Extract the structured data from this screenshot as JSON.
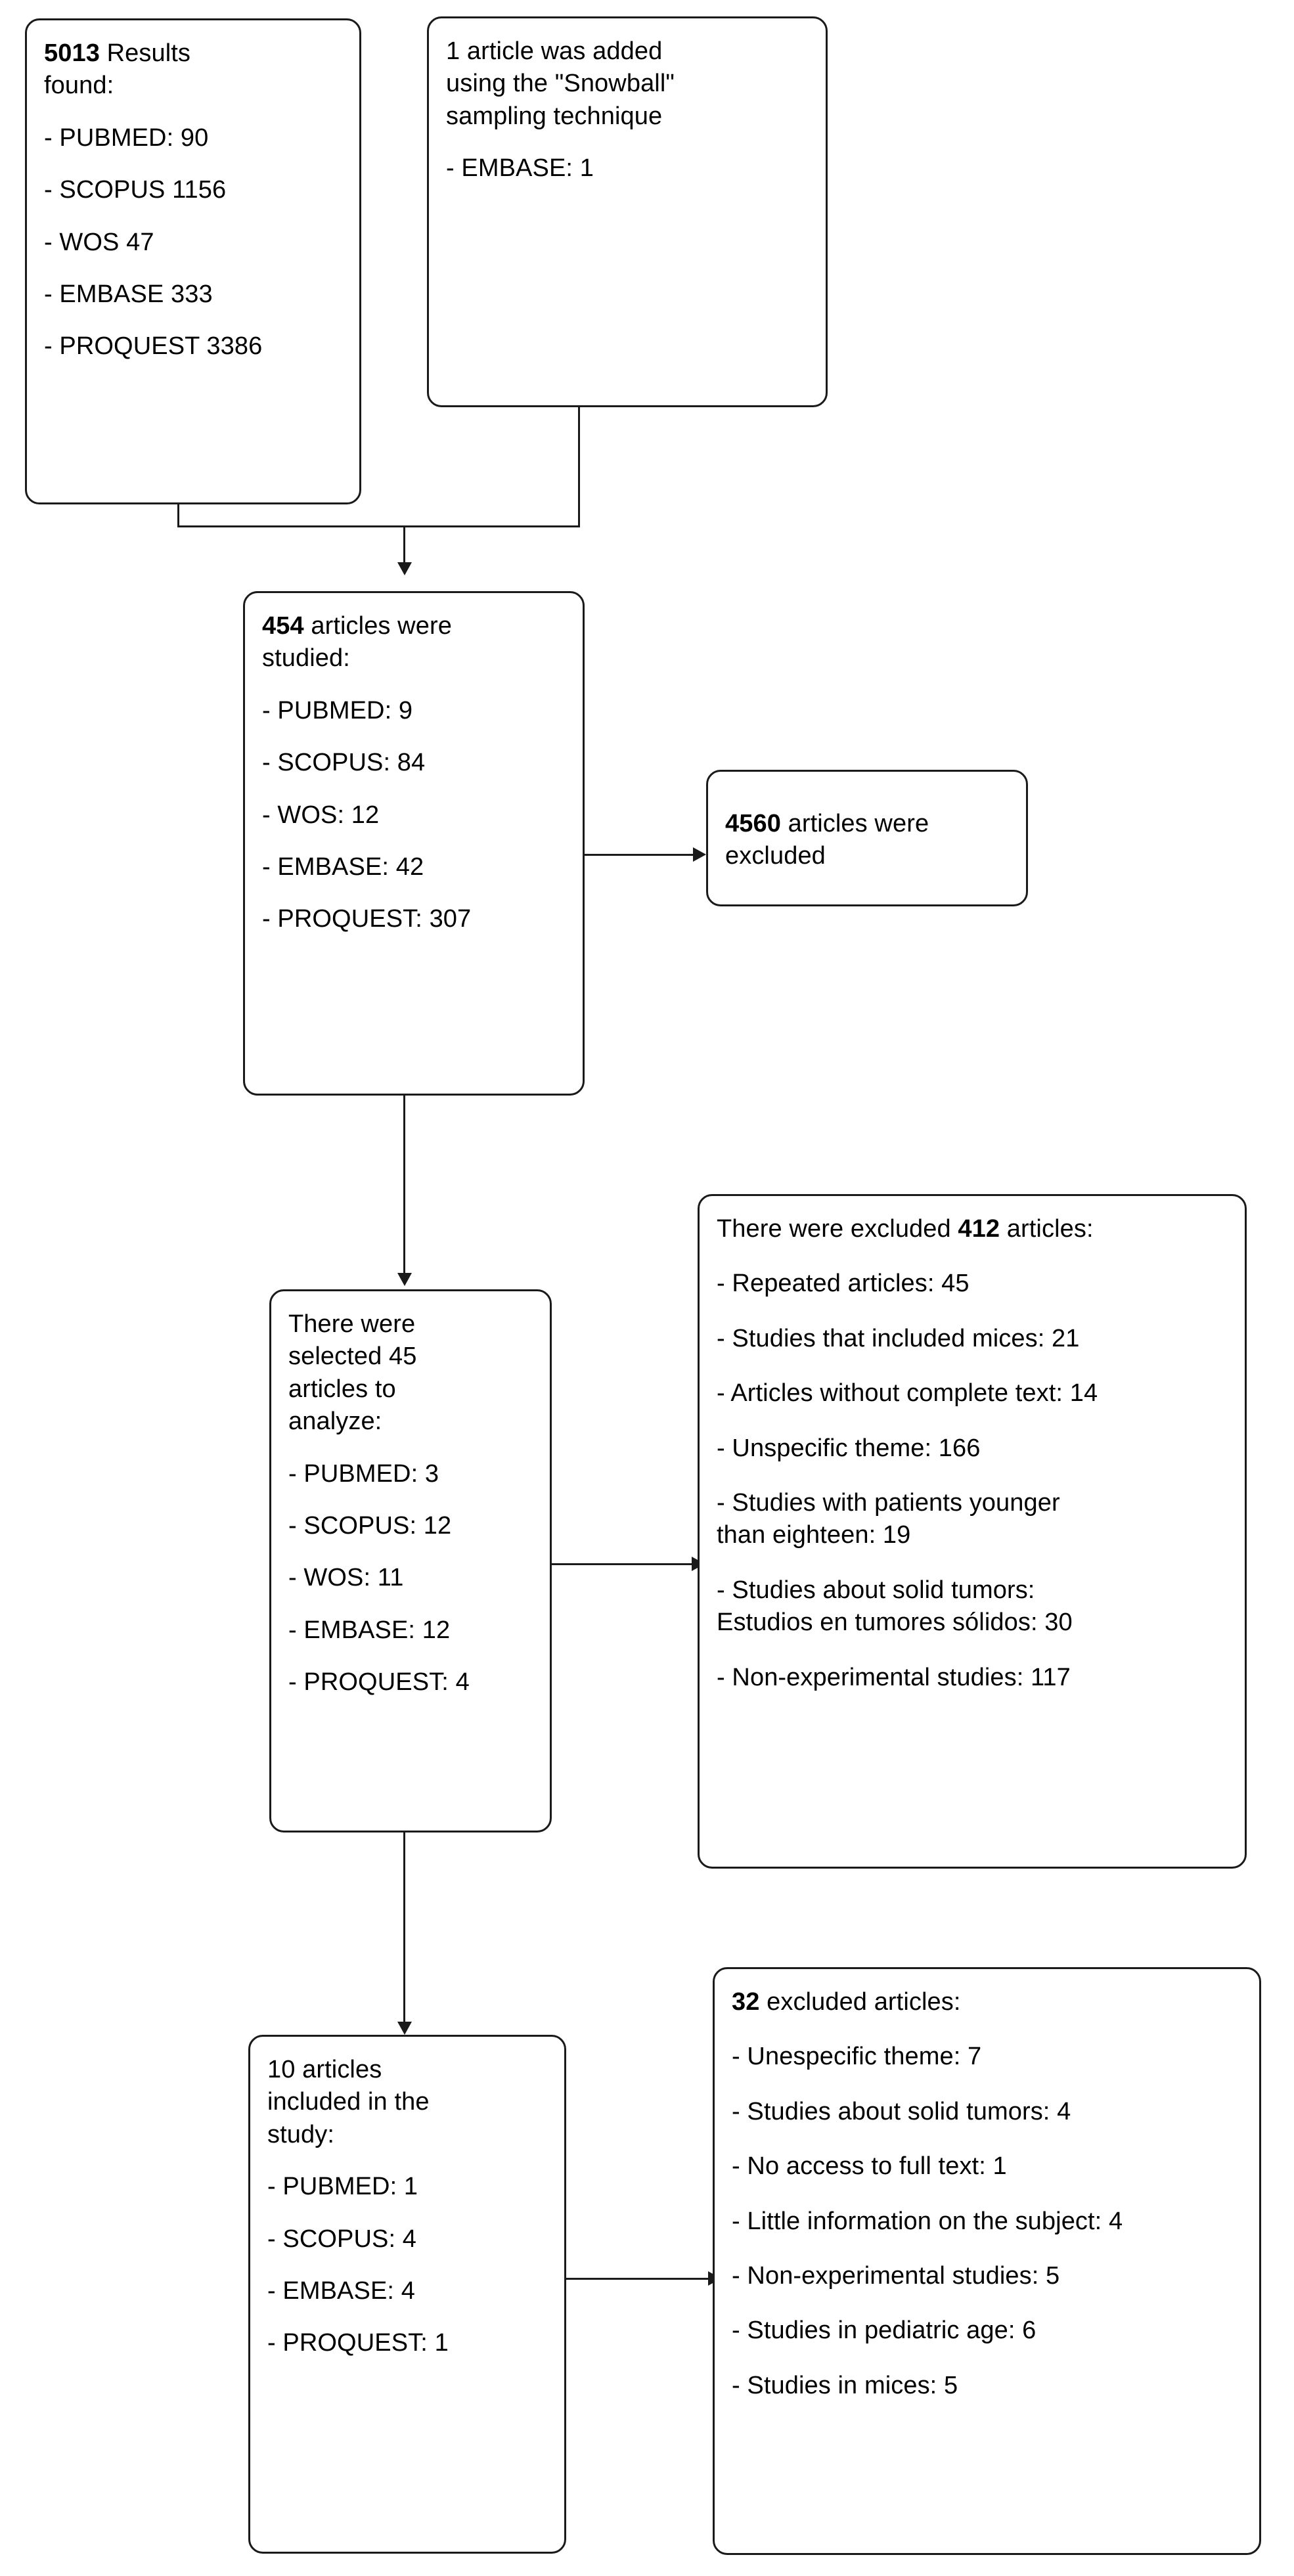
{
  "diagram": {
    "type": "prisma-flow-diagram",
    "title": "",
    "nodes": [
      {
        "id": "results-found",
        "name": "results-found-box",
        "lines": [
          {
            "bold": "5013",
            "rest": " Results\nfound:"
          },
          {
            "bold": "",
            "rest": "- PUBMED: 90"
          },
          {
            "bold": "",
            "rest": "- SCOPUS 1156"
          },
          {
            "bold": "",
            "rest": "- WOS 47"
          },
          {
            "bold": "",
            "rest": "- EMBASE 333"
          },
          {
            "bold": "",
            "rest": "- PROQUEST 3386"
          }
        ]
      },
      {
        "id": "snowball",
        "name": "snowball-added-box",
        "lines": [
          {
            "bold": "",
            "rest": "1 article was added\nusing the \"Snowball\"\nsampling technique"
          },
          {
            "bold": "",
            "rest": "- EMBASE: 1"
          }
        ]
      },
      {
        "id": "articles-studied",
        "name": "articles-studied-box",
        "lines": [
          {
            "bold": "454",
            "rest": " articles were\nstudied:"
          },
          {
            "bold": "",
            "rest": "- PUBMED: 9"
          },
          {
            "bold": "",
            "rest": "- SCOPUS: 84"
          },
          {
            "bold": "",
            "rest": "- WOS: 12"
          },
          {
            "bold": "",
            "rest": "- EMBASE: 42"
          },
          {
            "bold": "",
            "rest": "- PROQUEST: 307"
          }
        ]
      },
      {
        "id": "excluded-4560",
        "name": "excluded-4560-box",
        "lines": [
          {
            "bold": "4560",
            "rest": " articles were\nexcluded"
          }
        ]
      },
      {
        "id": "selected-45",
        "name": "selected-45-box",
        "lines": [
          {
            "bold": "",
            "rest": "There were\nselected 45\narticles to\nanalyze:"
          },
          {
            "bold": "",
            "rest": "- PUBMED: 3"
          },
          {
            "bold": "",
            "rest": "- SCOPUS: 12"
          },
          {
            "bold": "",
            "rest": "- WOS: 11"
          },
          {
            "bold": "",
            "rest": "- EMBASE: 12"
          },
          {
            "bold": "",
            "rest": "- PROQUEST: 4"
          }
        ]
      },
      {
        "id": "excluded-412",
        "name": "excluded-412-box",
        "lines": [
          {
            "bold": "",
            "rest": "There were excluded ",
            "bold2": "412",
            "rest2": " articles:"
          },
          {
            "bold": "",
            "rest": "- Repeated articles: 45"
          },
          {
            "bold": "",
            "rest": "- Studies that included mices: 21"
          },
          {
            "bold": "",
            "rest": "- Articles without complete text: 14"
          },
          {
            "bold": "",
            "rest": "- Unspecific theme: 166"
          },
          {
            "bold": "",
            "rest": "- Studies with patients younger\nthan eighteen: 19"
          },
          {
            "bold": "",
            "rest": "- Studies about solid tumors:\nEstudios en tumores sólidos: 30"
          },
          {
            "bold": "",
            "rest": "- Non-experimental studies: 117"
          }
        ]
      },
      {
        "id": "included-10",
        "name": "included-10-box",
        "lines": [
          {
            "bold": "",
            "rest": "10 articles\nincluded in the\nstudy:"
          },
          {
            "bold": "",
            "rest": "- PUBMED: 1"
          },
          {
            "bold": "",
            "rest": "- SCOPUS: 4"
          },
          {
            "bold": "",
            "rest": "- EMBASE: 4"
          },
          {
            "bold": "",
            "rest": "- PROQUEST: 1"
          }
        ]
      },
      {
        "id": "excluded-32",
        "name": "excluded-32-box",
        "lines": [
          {
            "bold": "32",
            "rest": " excluded articles:"
          },
          {
            "bold": "",
            "rest": "- Unespecific theme: 7"
          },
          {
            "bold": "",
            "rest": "- Studies about solid tumors: 4"
          },
          {
            "bold": "",
            "rest": "- No access to full text: 1"
          },
          {
            "bold": "",
            "rest": "- Little information on the subject: 4"
          },
          {
            "bold": "",
            "rest": "- Non-experimental studies: 5"
          },
          {
            "bold": "",
            "rest": "- Studies in pediatric age: 6"
          },
          {
            "bold": "",
            "rest": "- Studies in mices: 5"
          }
        ]
      }
    ]
  },
  "box1": {
    "l1_bold": "5013",
    "l1_rest": " Results\nfound:",
    "l2": "- PUBMED: 90",
    "l3": "- SCOPUS 1156",
    "l4": "- WOS 47",
    "l5": "- EMBASE 333",
    "l6": "- PROQUEST 3386"
  },
  "box2": {
    "l1": "1 article was added\nusing the \"Snowball\"\nsampling technique",
    "l2": "- EMBASE: 1"
  },
  "box3": {
    "l1_bold": "454",
    "l1_rest": " articles were\nstudied:",
    "l2": "- PUBMED: 9",
    "l3": "- SCOPUS: 84",
    "l4": "- WOS: 12",
    "l5": "- EMBASE: 42",
    "l6": "- PROQUEST: 307"
  },
  "box4": {
    "l1_bold": "4560",
    "l1_rest": " articles were\nexcluded"
  },
  "box5": {
    "l1": "There were\nselected 45\narticles to\nanalyze:",
    "l2": "- PUBMED: 3",
    "l3": "- SCOPUS: 12",
    "l4": "- WOS: 11",
    "l5": "- EMBASE: 12",
    "l6": "- PROQUEST: 4"
  },
  "box6": {
    "l1_pre": "There were excluded ",
    "l1_bold": "412",
    "l1_post": " articles:",
    "l2": "- Repeated articles: 45",
    "l3": "- Studies that included mices: 21",
    "l4": "- Articles without complete text: 14",
    "l5": "- Unspecific theme: 166",
    "l6": "- Studies with patients younger\nthan eighteen: 19",
    "l7": "- Studies about solid tumors:\nEstudios en tumores sólidos: 30",
    "l8": "- Non-experimental studies: 117"
  },
  "box7": {
    "l1": "10 articles\nincluded in the\nstudy:",
    "l2": "- PUBMED: 1",
    "l3": "- SCOPUS: 4",
    "l4": "- EMBASE: 4",
    "l5": "- PROQUEST: 1"
  },
  "box8": {
    "l1_bold": "32",
    "l1_rest": " excluded articles:",
    "l2": "- Unespecific theme: 7",
    "l3": "- Studies about solid tumors: 4",
    "l4": "- No access to full text: 1",
    "l5": "- Little information on the subject: 4",
    "l6": "- Non-experimental studies: 5",
    "l7": "- Studies in pediatric age: 6",
    "l8": "- Studies in mices: 5"
  },
  "colors": {
    "stroke": "#1a1a1a",
    "fill": "#ffffff",
    "text": "#000000"
  }
}
